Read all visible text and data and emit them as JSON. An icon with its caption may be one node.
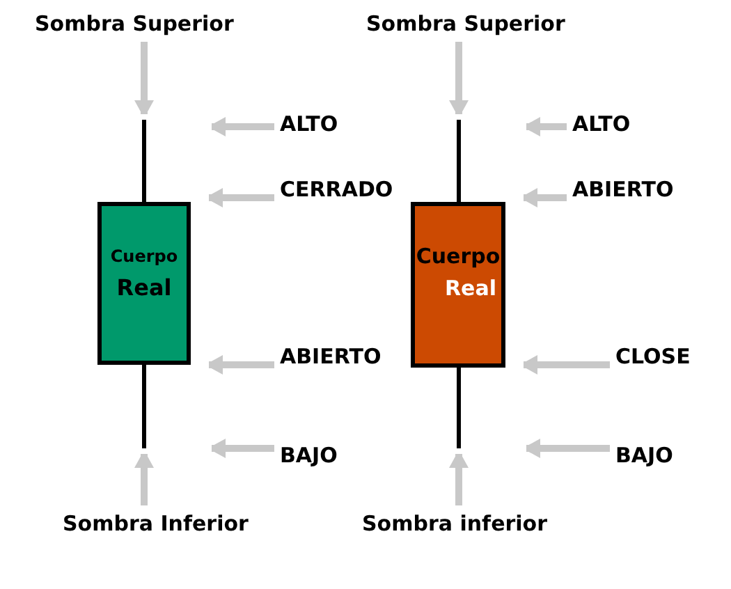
{
  "diagram": {
    "nodes": [
      {
        "text": [
          "Sombra Superior"
        ]
      },
      {
        "text": [],
        "shape": "line"
      },
      {
        "text": [
          "Cuerpo",
          "Real"
        ]
      },
      {
        "text": [],
        "shape": "line"
      },
      {
        "text": [
          "Sombra Inferior"
        ]
      },
      {
        "text": [
          "ALTO"
        ]
      },
      {
        "text": [
          "CERRADO"
        ]
      },
      {
        "text": [
          "ABIERTO"
        ]
      },
      {
        "text": [
          "BAJO"
        ]
      },
      {
        "text": [
          "Sombra Superior"
        ]
      },
      {
        "text": [],
        "shape": "line"
      },
      {
        "text": [
          "Cuerpo",
          "Real"
        ]
      },
      {
        "text": [],
        "shape": "line"
      },
      {
        "text": [
          "Sombra inferior"
        ]
      },
      {
        "text": [
          "ALTO"
        ]
      },
      {
        "text": [
          "ABIERTO"
        ]
      },
      {
        "text": [
          "CLOSE"
        ]
      },
      {
        "text": [
          "BAJO"
        ]
      }
    ],
    "edges": [
      {
        "from": 0,
        "to": 1,
        "arrow": "to"
      },
      {
        "from": 5,
        "to": null,
        "arrow": "to"
      },
      {
        "from": 6,
        "to": 2,
        "arrow": "to"
      },
      {
        "from": 7,
        "to": 2,
        "arrow": "to"
      },
      {
        "from": 8,
        "to": null,
        "arrow": "to"
      },
      {
        "from": 4,
        "to": 3,
        "arrow": "to"
      },
      {
        "from": 9,
        "to": 10,
        "arrow": "to"
      },
      {
        "from": 14,
        "to": null,
        "arrow": "to"
      },
      {
        "from": 15,
        "to": 11,
        "arrow": "to"
      },
      {
        "from": 16,
        "to": 11,
        "arrow": "to"
      },
      {
        "from": 17,
        "to": null,
        "arrow": "to"
      },
      {
        "from": 13,
        "to": 12,
        "arrow": "to"
      }
    ]
  }
}
